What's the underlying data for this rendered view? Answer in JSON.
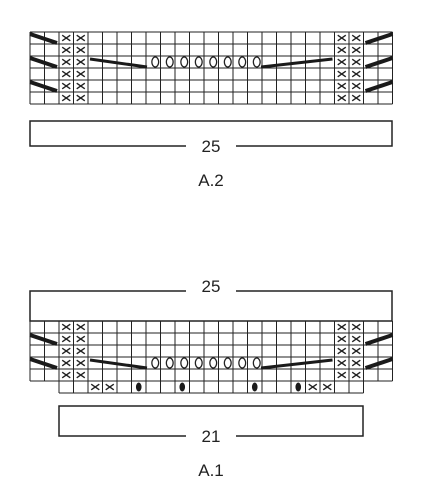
{
  "charts": [
    {
      "name": "A.2",
      "width_label": "25",
      "columns": 25,
      "rows": 6,
      "cross_columns_left": [
        3,
        4
      ],
      "cross_columns_right": [
        22,
        23
      ],
      "yarn_over_count": 8,
      "yarn_over_row": 3,
      "decrease_rows_left": [
        1,
        3,
        5
      ],
      "decrease_rows_right": [
        1,
        3,
        5
      ]
    },
    {
      "name": "A.1",
      "width_label": "25",
      "bottom_width_label": "21",
      "columns": 25,
      "rows": 5,
      "cross_columns_left": [
        3,
        4
      ],
      "cross_columns_right": [
        22,
        23
      ],
      "yarn_over_count": 8,
      "yarn_over_row": 4,
      "decrease_rows_left": [
        2,
        4
      ],
      "decrease_rows_right": [
        2,
        4
      ],
      "bottom_row_columns": 21,
      "bottom_row_crosses": [
        3,
        4,
        18,
        19
      ],
      "bottom_row_bobbles": [
        6,
        9,
        14,
        17
      ]
    }
  ],
  "colors": {
    "line": "#222222",
    "thick": "#1a1a1a"
  }
}
